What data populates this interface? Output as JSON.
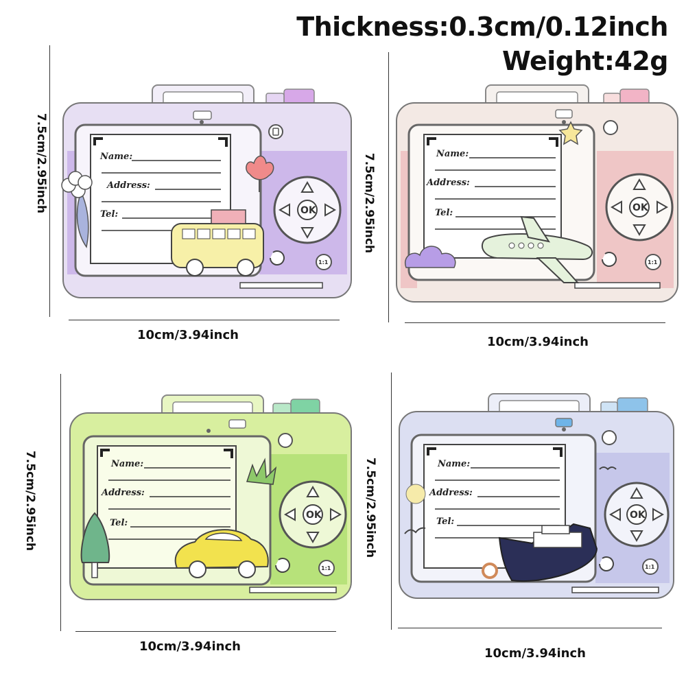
{
  "specs": {
    "thickness": "Thickness:0.3cm/0.12inch",
    "weight": "Weight:42g"
  },
  "dimensions": {
    "height_label": "7.5cm/2.95inch",
    "width_label": "10cm/3.94inch"
  },
  "card_fields": {
    "name": "Name:",
    "address": "Address:",
    "tel": "Tel:",
    "ok": "OK",
    "ratio": "1:1"
  },
  "tags": [
    {
      "theme": "purple",
      "decoration": "camper-van, tulip and flower",
      "colors": {
        "body": "#e7dff3",
        "side": "#cdb8ea",
        "top": "#f2eef8"
      }
    },
    {
      "theme": "pink",
      "decoration": "airplane, cloud and star",
      "colors": {
        "body": "#f3e9e4",
        "side": "#efc6c6",
        "top": "#f5f1ee"
      }
    },
    {
      "theme": "green",
      "decoration": "yellow car, tree and grass",
      "colors": {
        "body": "#d8ef9f",
        "side": "#b7e27a",
        "top": "#e8f6c3"
      }
    },
    {
      "theme": "blue",
      "decoration": "ship, sun and birds",
      "colors": {
        "body": "#dcdff2",
        "side": "#c6c7ea",
        "top": "#eceef8"
      }
    }
  ]
}
